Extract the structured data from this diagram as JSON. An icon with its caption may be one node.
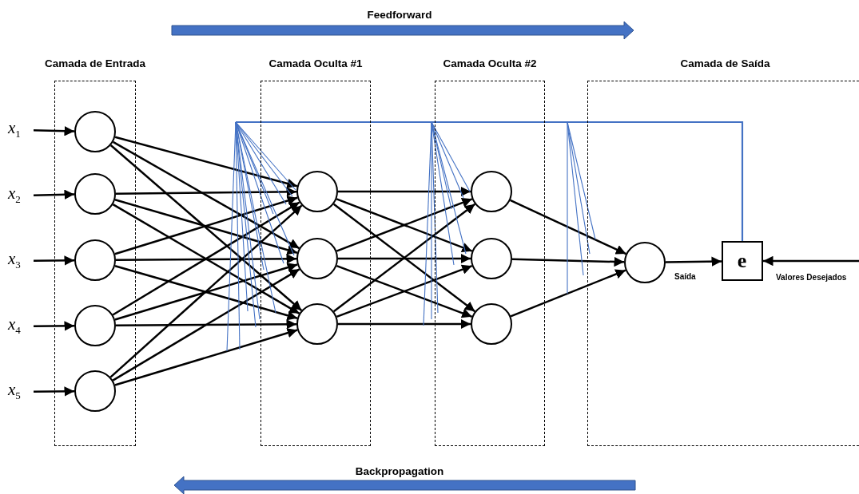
{
  "diagram": {
    "nodes": [
      {
        "text": [
          "Camada de Entrada"
        ]
      },
      {
        "text": [],
        "shape": "circle",
        "in": 0
      },
      {
        "text": [],
        "shape": "circle",
        "in": 0
      },
      {
        "text": [],
        "shape": "circle",
        "in": 0
      },
      {
        "text": [],
        "shape": "circle",
        "in": 0
      },
      {
        "text": [],
        "shape": "circle",
        "in": 0
      },
      {
        "text": [
          "Camada Oculta #1"
        ]
      },
      {
        "text": [],
        "shape": "circle",
        "in": 6
      },
      {
        "text": [],
        "shape": "circle",
        "in": 6
      },
      {
        "text": [],
        "shape": "circle",
        "in": 6
      },
      {
        "text": [
          "Camada Oculta #2"
        ]
      },
      {
        "text": [],
        "shape": "circle",
        "in": 10
      },
      {
        "text": [],
        "shape": "circle",
        "in": 10
      },
      {
        "text": [],
        "shape": "circle",
        "in": 10
      },
      {
        "text": [
          "Camada de Saída"
        ]
      },
      {
        "text": [],
        "shape": "circle",
        "in": 14
      },
      {
        "text": [
          "e"
        ],
        "in": 14
      },
      {
        "text": [
          "*x*$_{1}$"
        ]
      },
      {
        "text": [
          "*x*$_{2}$"
        ]
      },
      {
        "text": [
          "*x*$_{3}$"
        ]
      },
      {
        "text": [
          "*x*$_{4}$"
        ]
      },
      {
        "text": [
          "*x*$_{5}$"
        ]
      }
    ],
    "edges": [
      {
        "from": 17,
        "to": 1,
        "arrow": "to"
      },
      {
        "from": 18,
        "to": 2,
        "arrow": "to"
      },
      {
        "from": 19,
        "to": 3,
        "arrow": "to"
      },
      {
        "from": 20,
        "to": 4,
        "arrow": "to"
      },
      {
        "from": 21,
        "to": 5,
        "arrow": "to"
      },
      {
        "from": 1,
        "to": 7,
        "arrow": "to"
      },
      {
        "from": 1,
        "to": 8,
        "arrow": "to"
      },
      {
        "from": 1,
        "to": 9,
        "arrow": "to"
      },
      {
        "from": 2,
        "to": 7,
        "arrow": "to"
      },
      {
        "from": 2,
        "to": 8,
        "arrow": "to"
      },
      {
        "from": 2,
        "to": 9,
        "arrow": "to"
      },
      {
        "from": 3,
        "to": 7,
        "arrow": "to"
      },
      {
        "from": 3,
        "to": 8,
        "arrow": "to"
      },
      {
        "from": 3,
        "to": 9,
        "arrow": "to"
      },
      {
        "from": 4,
        "to": 7,
        "arrow": "to"
      },
      {
        "from": 4,
        "to": 8,
        "arrow": "to"
      },
      {
        "from": 4,
        "to": 9,
        "arrow": "to"
      },
      {
        "from": 5,
        "to": 7,
        "arrow": "to"
      },
      {
        "from": 5,
        "to": 8,
        "arrow": "to"
      },
      {
        "from": 5,
        "to": 9,
        "arrow": "to"
      },
      {
        "from": 7,
        "to": 11,
        "arrow": "to"
      },
      {
        "from": 7,
        "to": 12,
        "arrow": "to"
      },
      {
        "from": 7,
        "to": 13,
        "arrow": "to"
      },
      {
        "from": 8,
        "to": 11,
        "arrow": "to"
      },
      {
        "from": 8,
        "to": 12,
        "arrow": "to"
      },
      {
        "from": 8,
        "to": 13,
        "arrow": "to"
      },
      {
        "from": 9,
        "to": 11,
        "arrow": "to"
      },
      {
        "from": 9,
        "to": 12,
        "arrow": "to"
      },
      {
        "from": 9,
        "to": 13,
        "arrow": "to"
      },
      {
        "from": 11,
        "to": 15,
        "arrow": "to"
      },
      {
        "from": 12,
        "to": 15,
        "arrow": "to"
      },
      {
        "from": 13,
        "to": 15,
        "arrow": "to"
      },
      {
        "from": 15,
        "to": 16,
        "arrow": "to",
        "label": "Saída"
      },
      {
        "from": null,
        "to": 16,
        "arrow": "to",
        "label": "Valores Desejados"
      }
    ],
    "labels": [
      "Feedforward",
      "Backpropagation"
    ]
  }
}
